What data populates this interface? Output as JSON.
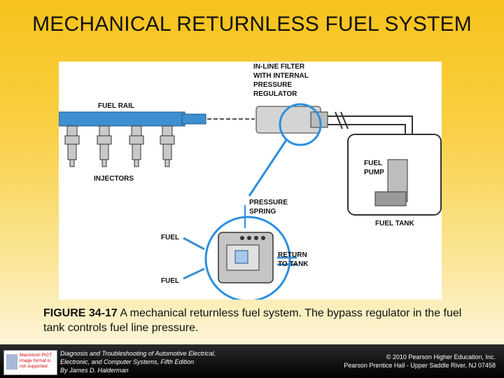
{
  "slide": {
    "title": "MECHANICAL RETURNLESS FUEL SYSTEM"
  },
  "figure": {
    "labels": {
      "filter_1": "IN-LINE FILTER",
      "filter_2": "WITH INTERNAL",
      "filter_3": "PRESSURE",
      "filter_4": "REGULATOR",
      "fuel_rail": "FUEL RAIL",
      "injectors": "INJECTORS",
      "fuel_pump_1": "FUEL",
      "fuel_pump_2": "PUMP",
      "fuel_tank": "FUEL TANK",
      "spring_1": "PRESSURE",
      "spring_2": "SPRING",
      "fuel_top": "FUEL",
      "fuel_bottom": "FUEL",
      "return_1": "RETURN",
      "return_2": "TO TANK"
    }
  },
  "caption": {
    "figure_number": "FIGURE 34-17",
    "text": " A mechanical returnless fuel system. The bypass regulator in the fuel tank controls fuel line pressure."
  },
  "footer": {
    "logo_text": "Macintosh PICT image format is not supported",
    "book_line1": "Diagnosis and Troubleshooting of Automotive Electrical,",
    "book_line2": "Electronic, and Computer Systems, Fifth Edition",
    "book_line3": "By James D. Halderman",
    "copyright_line1": "© 2010 Pearson Higher Education, Inc.",
    "copyright_line2": "Pearson Prentice Hall - Upper Saddle River, NJ 07458"
  },
  "colors": {
    "rail_blue": "#3d8fd1",
    "callout_blue": "#2b8fe0",
    "gray_part": "#8d8d8d"
  }
}
